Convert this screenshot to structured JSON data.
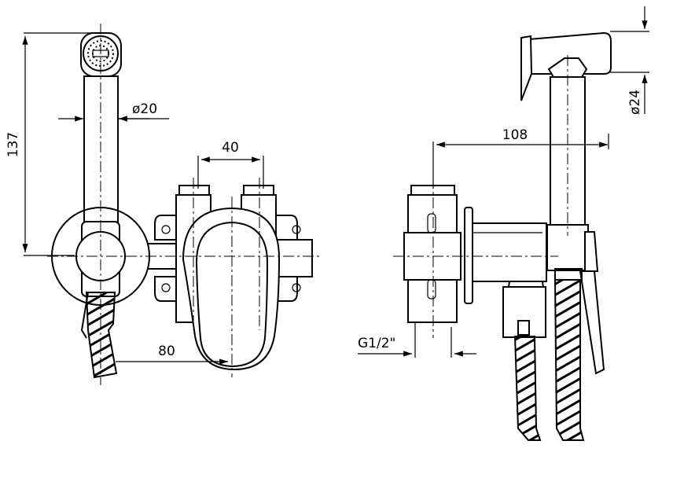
{
  "drawing": {
    "front_view": {
      "height_dimension": "137",
      "handset_diameter": "ø20",
      "inlet_spacing": "40",
      "depth_from_center": "80"
    },
    "side_view": {
      "projection": "108",
      "head_diameter": "ø24",
      "thread_size": "G1/2\""
    }
  }
}
